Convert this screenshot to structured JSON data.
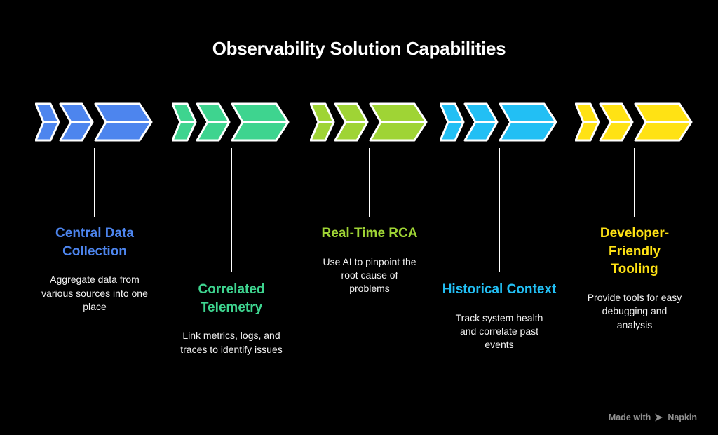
{
  "title": "Observability Solution Capabilities",
  "background_color": "#000000",
  "text_color": "#f2f2f2",
  "capabilities": [
    {
      "name": "Central Data Collection",
      "description": "Aggregate data from various sources into one place",
      "accent": "#4d85ee",
      "icon": "triple-chevron-arrow-icon"
    },
    {
      "name": "Correlated Telemetry",
      "description": "Link metrics, logs, and traces to identify issues",
      "accent": "#3ed48f",
      "icon": "triple-chevron-arrow-icon"
    },
    {
      "name": "Real-Time RCA",
      "description": "Use AI to pinpoint the root cause of problems",
      "accent": "#9fd435",
      "icon": "triple-chevron-arrow-icon"
    },
    {
      "name": "Historical Context",
      "description": "Track system health and correlate past events",
      "accent": "#22bff4",
      "icon": "triple-chevron-arrow-icon"
    },
    {
      "name": "Developer-Friendly Tooling",
      "description": "Provide tools for easy debugging and analysis",
      "accent": "#ffe214",
      "icon": "triple-chevron-arrow-icon"
    }
  ],
  "watermark": {
    "prefix": "Made with",
    "brand": "Napkin",
    "icon": "napkin-logo-icon",
    "color": "#8f8f8f"
  }
}
